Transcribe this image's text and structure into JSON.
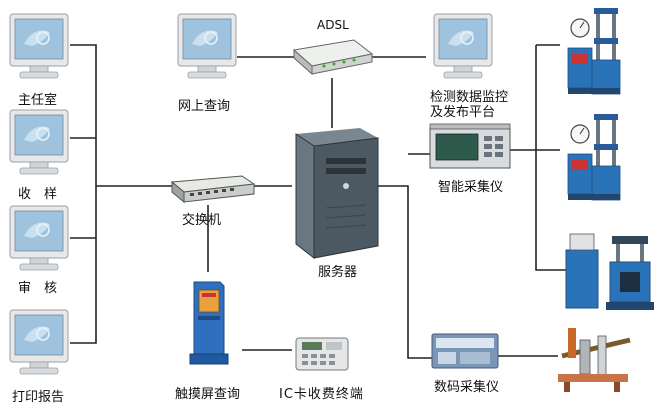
{
  "diagram": {
    "left_terminals": [
      "主任室",
      "收　样",
      "审　核",
      "打印报告"
    ],
    "web_query": "网上查询",
    "modem": "ADSL",
    "monitor_platform_line1": "检测数据监控",
    "monitor_platform_line2": "及发布平台",
    "switch": "交换机",
    "server": "服务器",
    "smart_collector": "智能采集仪",
    "touch_kiosk": "触摸屏查询",
    "ic_terminal": "IC卡收费终端",
    "digital_collector": "数码采集仪"
  },
  "colors": {
    "line": "#222222",
    "monitor_frame": "#e6e8ea",
    "screen": "#9fc3de",
    "server_body": "#4c5862",
    "kiosk_blue": "#2e6fbf",
    "machine_blue": "#2a73b8"
  }
}
